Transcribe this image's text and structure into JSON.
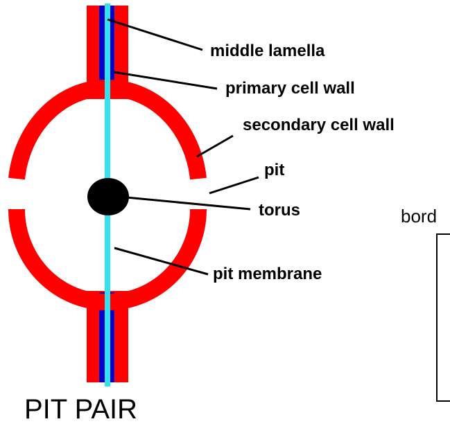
{
  "labels": {
    "middle_lamella": "middle lamella",
    "primary_cell_wall": "primary cell wall",
    "secondary_cell_wall": "secondary cell wall",
    "pit": "pit",
    "torus": "torus",
    "pit_membrane": "pit membrane",
    "cropped_label": "bord"
  },
  "title": "PIT PAIR",
  "colors": {
    "cell_wall": "#ff0000",
    "middle_lamella": "#0000cc",
    "pit_membrane": "#33e0f0",
    "torus": "#000000",
    "label_text": "#000000"
  }
}
